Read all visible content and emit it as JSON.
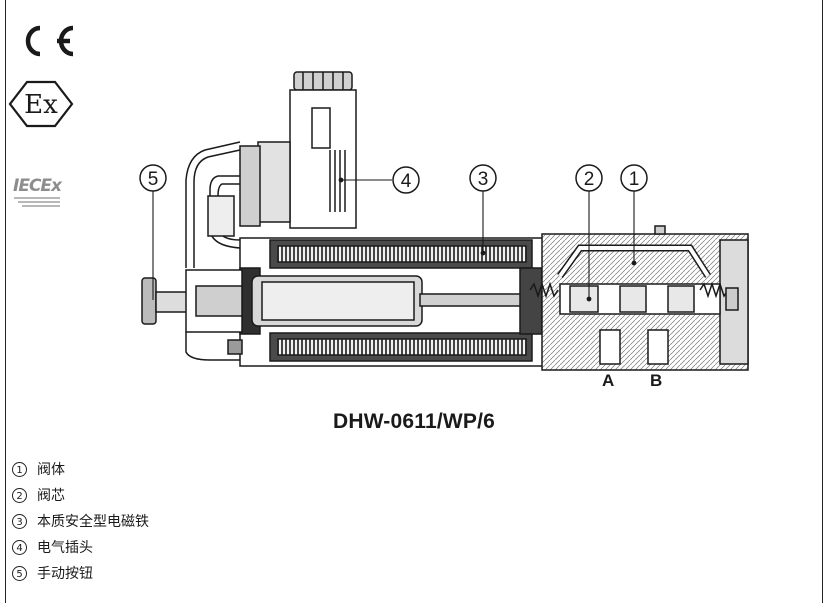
{
  "marks": {
    "ce": "CE",
    "ex": "Ex",
    "iecex": "IECEx"
  },
  "callouts": [
    "1",
    "2",
    "3",
    "4",
    "5"
  ],
  "ports": {
    "a": "A",
    "b": "B"
  },
  "title": "DHW-0611/WP/6",
  "legend": [
    {
      "num": "1",
      "text": "阀体"
    },
    {
      "num": "2",
      "text": "阀芯"
    },
    {
      "num": "3",
      "text": "本质安全型电磁铁"
    },
    {
      "num": "4",
      "text": "电气插头"
    },
    {
      "num": "5",
      "text": "手动按钮"
    }
  ],
  "colors": {
    "line": "#1a1a1a",
    "gray": "#b9b9b9",
    "dark": "#3a3a3a",
    "light": "#e6e6e6"
  }
}
